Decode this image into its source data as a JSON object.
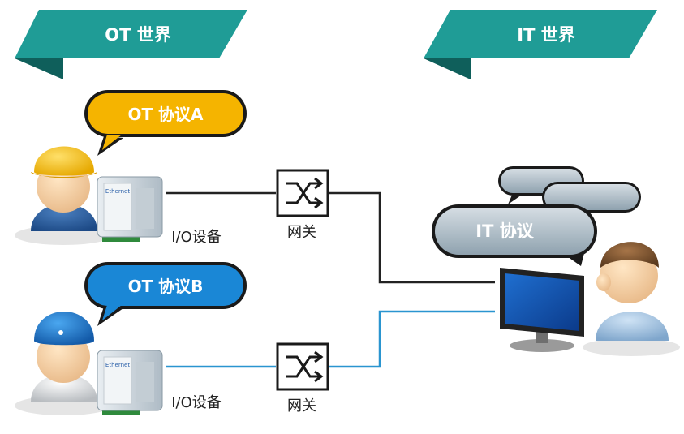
{
  "banners": {
    "ot_world": "OT 世界",
    "it_world": "IT 世界"
  },
  "bubbles": {
    "ot_protocol_a": "OT 协议A",
    "ot_protocol_b": "OT 协议B",
    "it_protocol": "IT 协议"
  },
  "devices": {
    "io_top": "I/O设备",
    "io_bottom": "I/O设备",
    "gateway_top": "网关",
    "gateway_bottom": "网关"
  },
  "colors": {
    "banner_teal": "#1f9c96",
    "banner_teal_dark": "#12706b",
    "bubble_yellow": "#f5b400",
    "bubble_blue": "#1a87d6",
    "bubble_gray": "#9fb2bf",
    "link_black": "#222222",
    "link_blue": "#2a95d0"
  }
}
